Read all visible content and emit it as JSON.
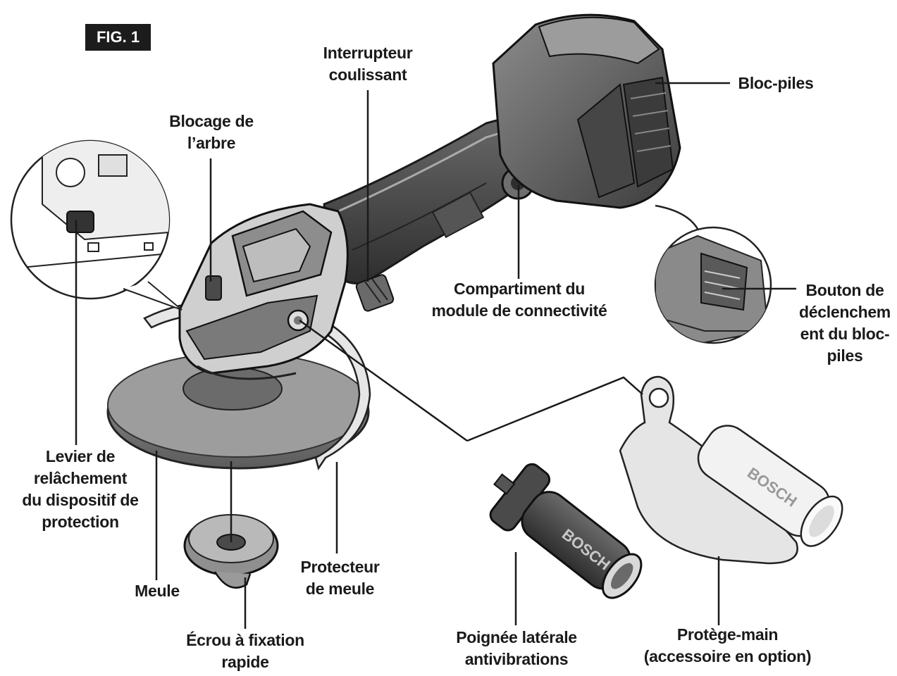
{
  "figure_label": "FIG. 1",
  "callouts": {
    "interrupteur": [
      "Interrupteur",
      "coulissant"
    ],
    "blocage": [
      "Blocage de",
      "l’arbre"
    ],
    "bloc_piles": [
      "Bloc-piles"
    ],
    "compartiment": [
      "Compartiment du",
      "module de connectivité"
    ],
    "bouton": [
      "Bouton de",
      "déclenchem",
      "ent du bloc-",
      "piles"
    ],
    "levier": [
      "Levier de",
      "relâchement",
      "du dispositif de",
      "protection"
    ],
    "meule": [
      "Meule"
    ],
    "protecteur": [
      "Protecteur",
      "de meule"
    ],
    "ecrou": [
      "Écrou à fixation",
      "rapide"
    ],
    "poignee": [
      "Poignée latérale",
      "antivibrations"
    ],
    "protege_main": [
      "Protège-main",
      "(accessoire en option)"
    ]
  },
  "branding": {
    "handle_logo": "BOSCH",
    "guard_logo": "BOSCH"
  }
}
